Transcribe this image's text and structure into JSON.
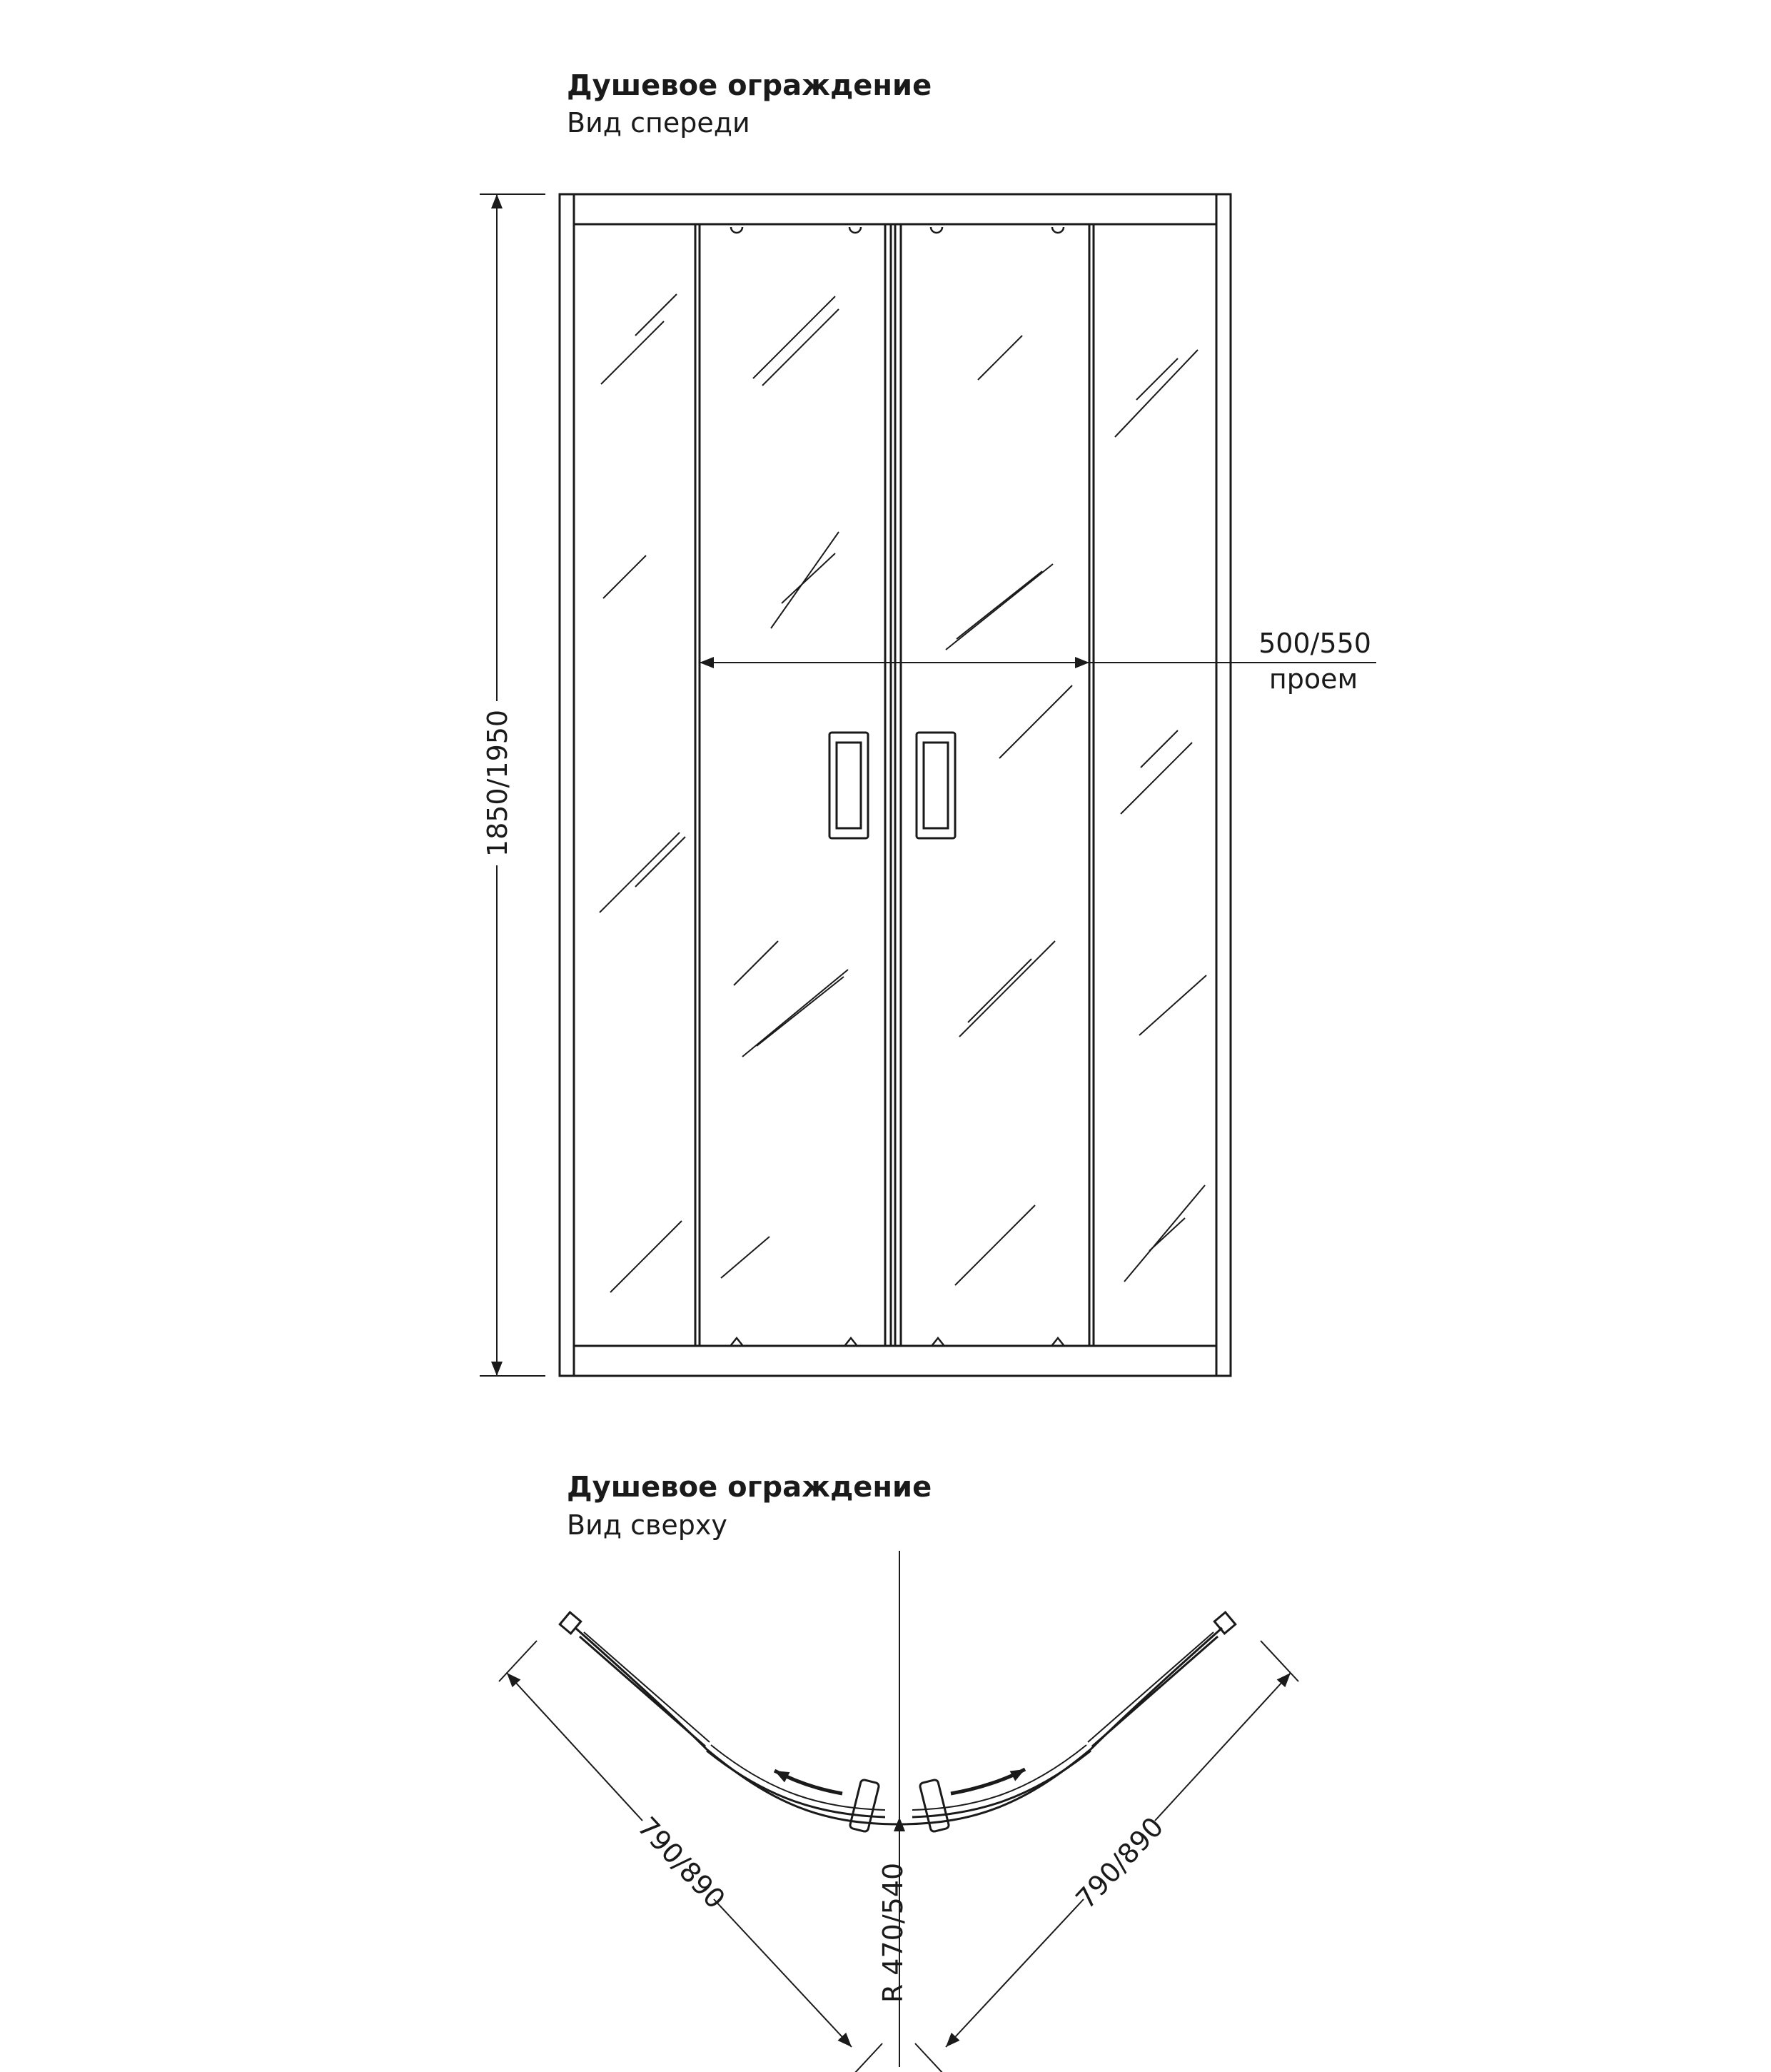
{
  "front_view": {
    "title": "Душевое ограждение",
    "subtitle": "Вид спереди",
    "height_dim": "1850/1950",
    "opening_dim": "500/550",
    "opening_label": "проем"
  },
  "top_view": {
    "title": "Душевое ограждение",
    "subtitle": "Вид сверху",
    "side_left_dim": "790/890",
    "side_right_dim": "790/890",
    "radius_dim": "R 470/540"
  },
  "colors": {
    "line": "#1a1a1a",
    "background": "#ffffff"
  }
}
